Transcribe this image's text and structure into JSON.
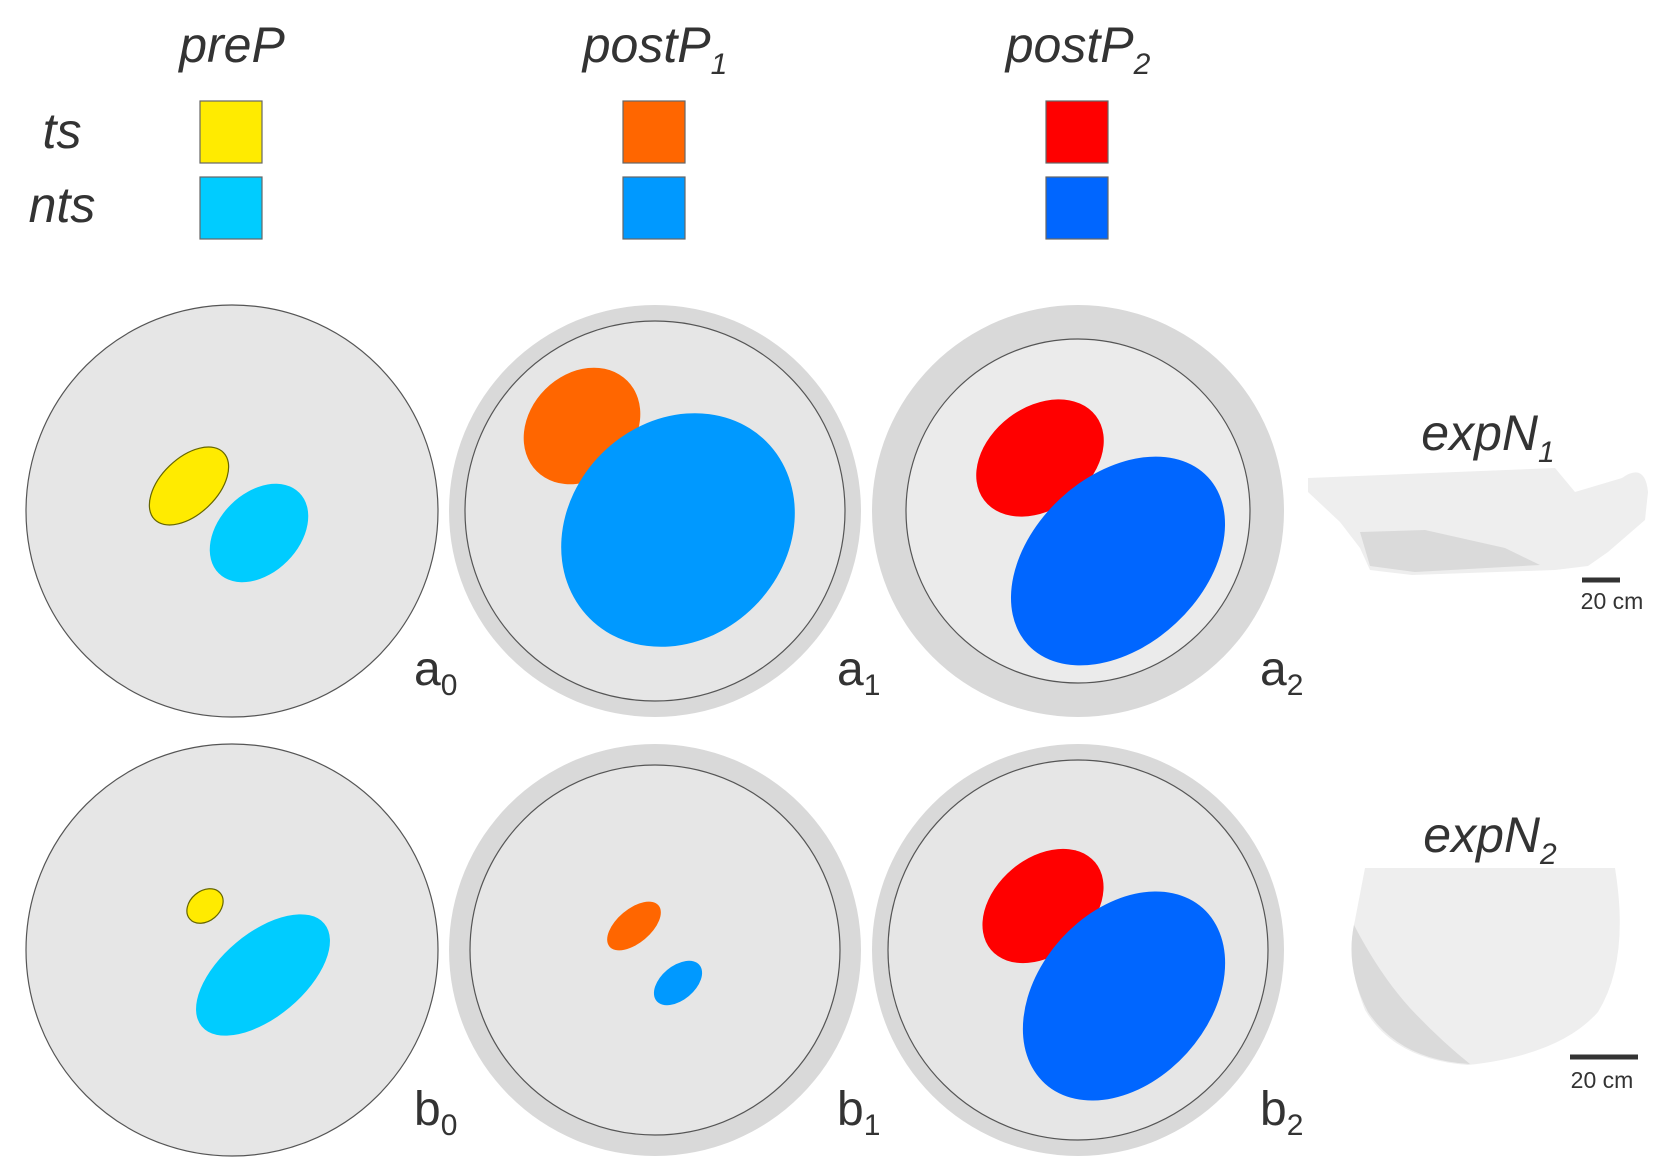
{
  "columns": {
    "preP": {
      "base": "preP",
      "sub": ""
    },
    "postP1": {
      "base": "postP",
      "sub": "1"
    },
    "postP2": {
      "base": "postP",
      "sub": "2"
    }
  },
  "rows": {
    "ts": "ts",
    "nts": "nts"
  },
  "legend_colors": {
    "preP": {
      "ts": "#FFEB00",
      "nts": "#00CCFF"
    },
    "postP1": {
      "ts": "#FF6600",
      "nts": "#0099FF"
    },
    "postP2": {
      "ts": "#FF0000",
      "nts": "#0066FF"
    }
  },
  "panels": {
    "a0": {
      "letter": "a",
      "sub": "0"
    },
    "a1": {
      "letter": "a",
      "sub": "1"
    },
    "a2": {
      "letter": "a",
      "sub": "2"
    },
    "b0": {
      "letter": "b",
      "sub": "0"
    },
    "b1": {
      "letter": "b",
      "sub": "1"
    },
    "b2": {
      "letter": "b",
      "sub": "2"
    }
  },
  "experiments": {
    "expN1": {
      "base": "expN",
      "sub": "1",
      "scale_label": "20 cm"
    },
    "expN2": {
      "base": "expN",
      "sub": "2",
      "scale_label": "20 cm"
    }
  }
}
